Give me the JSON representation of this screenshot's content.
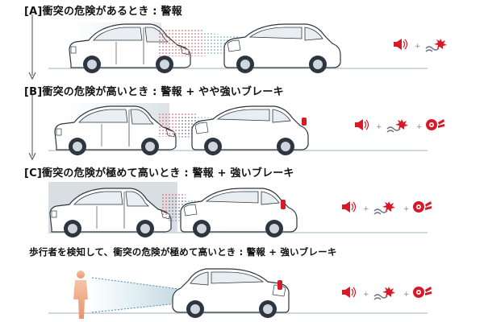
{
  "scenarios": [
    {
      "heading": "[A]衝突の危険があるとき : 警報"
    },
    {
      "heading": "[B]衝突の危険が高いとき : 警報 + やや強いブレーキ"
    },
    {
      "heading": "[C]衝突の危険が極めて高いとき : 警報 + 強いブレーキ"
    },
    {
      "heading": "歩行者を検知して、衝突の危険が極めて高いとき : 警報 + 強いブレーキ"
    }
  ],
  "icons": {
    "plus": "+",
    "names": [
      "speaker-icon",
      "collision-icon",
      "brake-disc-icon"
    ]
  },
  "colors": {
    "accent_red": "#d7192a",
    "radar_blue": "#4a9dbb",
    "ground_line": "#cfd8dd"
  }
}
